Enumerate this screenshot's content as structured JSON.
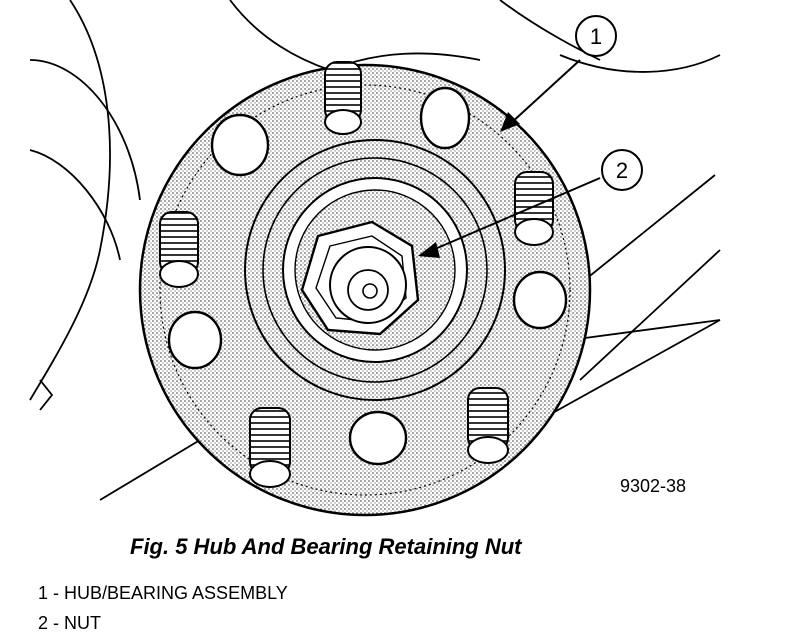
{
  "figure": {
    "id_label": "9302-38",
    "callouts": [
      {
        "number": "1"
      },
      {
        "number": "2"
      }
    ]
  },
  "caption": "Fig. 5 Hub And Bearing Retaining Nut",
  "legend": [
    {
      "number": "1",
      "text": "HUB/BEARING ASSEMBLY"
    },
    {
      "number": "2",
      "text": "NUT"
    }
  ],
  "colors": {
    "ink": "#000000",
    "stipple": "#b8b8b8",
    "paper": "#ffffff"
  }
}
